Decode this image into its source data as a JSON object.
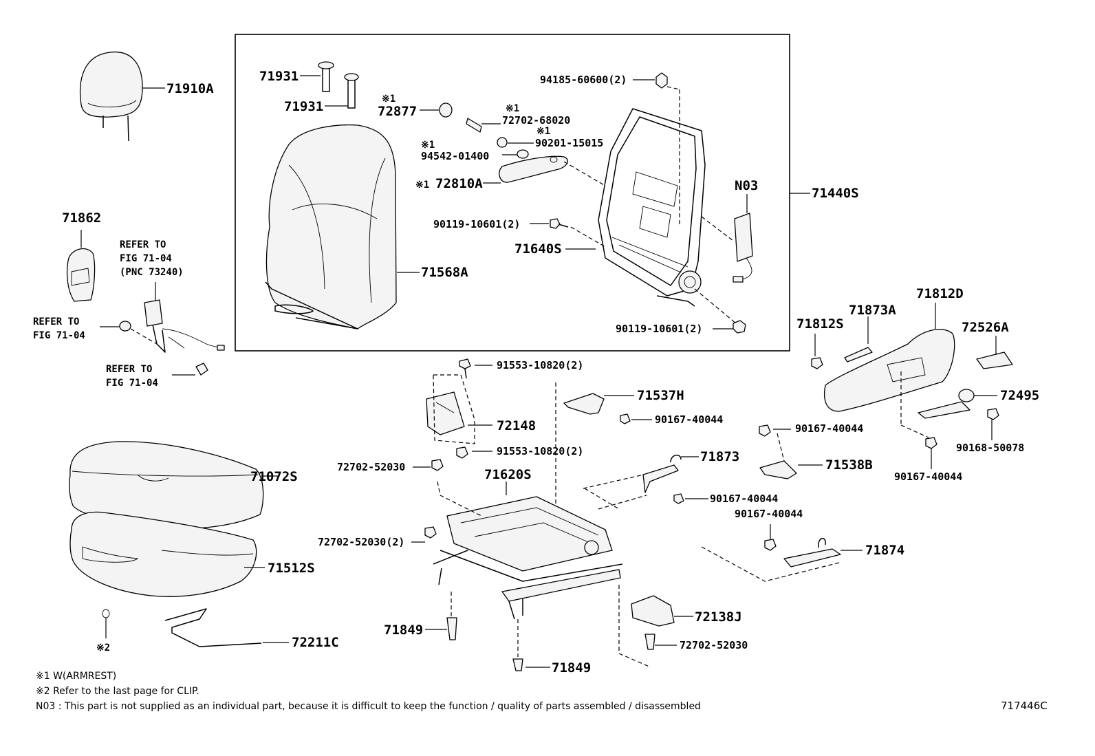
{
  "labels": {
    "p71910A": "71910A",
    "p71931a": "71931",
    "p71931b": "71931",
    "m1_72877": "※1",
    "p72877": "72877",
    "m1_72702_68020": "※1",
    "p72702_68020": "72702-68020",
    "m1_90201": "※1",
    "p90201": "90201-15015",
    "m1_94542": "※1",
    "p94542": "94542-01400",
    "m1_72810A": "※1",
    "p72810A": "72810A",
    "p94185": "94185-60600(2)",
    "pN03": "N03",
    "p71440S": "71440S",
    "p90119a": "90119-10601(2)",
    "p71640S": "71640S",
    "p71568A": "71568A",
    "p90119b": "90119-10601(2)",
    "p71862": "71862",
    "refer1a": "REFER TO",
    "refer1b": "FIG 71-04",
    "refer1c": "(PNC 73240)",
    "refer2a": "REFER TO",
    "refer2b": "FIG 71-04",
    "refer3a": "REFER TO",
    "refer3b": "FIG 71-04",
    "p91553a": "91553-10820(2)",
    "p71537H": "71537H",
    "p90167a": "90167-40044",
    "p72148": "72148",
    "p91553b": "91553-10820(2)",
    "p72702_52030a": "72702-52030",
    "p71620S": "71620S",
    "p71873": "71873",
    "p90167b": "90167-40044",
    "p90167c": "90167-40044",
    "p71538B": "71538B",
    "p71812S": "71812S",
    "p71873A": "71873A",
    "p71812D": "71812D",
    "p72526A": "72526A",
    "p72495": "72495",
    "p90168": "90168-50078",
    "p90167d": "90167-40044",
    "p90167e": "90167-40044",
    "p71874": "71874",
    "p71072S": "71072S",
    "p72702_52030b": "72702-52030(2)",
    "p71512S": "71512S",
    "p71849a": "71849",
    "p72138J": "72138J",
    "p72702_52030c": "72702-52030",
    "p72211C": "72211C",
    "p71849b": "71849",
    "m2": "※2"
  },
  "notes": {
    "note1": "※1 W(ARMREST)",
    "note2": "※2 Refer to the last page for CLIP.",
    "note3": "N03 : This part is not supplied as an individual part, because it is difficult to keep the function / quality of parts assembled / disassembled"
  },
  "drawing_code": "717446C"
}
